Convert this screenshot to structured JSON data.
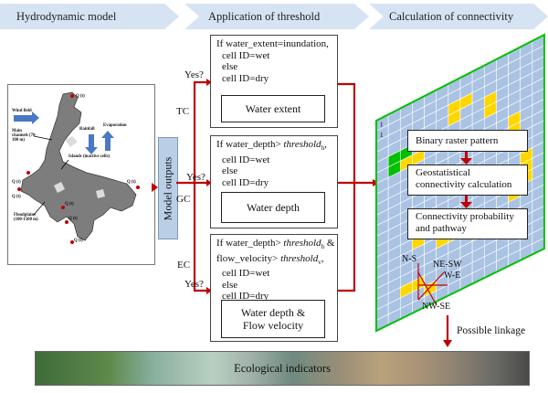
{
  "header": {
    "step1": "Hydrodynamic model",
    "step2": "Application of threshold",
    "step3": "Calculation of connectivity"
  },
  "map": {
    "labels": {
      "wind_field": "Wind field",
      "main_channels": "Main channels (70-100 m)",
      "rainfall": "Rainfall",
      "evaporation": "Evaporation",
      "islands": "Islands (inactive cells)",
      "floodplains": "Floodplains (100-1500 m)",
      "q": "Q (t)"
    }
  },
  "model_outputs": "Model outputs",
  "branches": {
    "yes": "Yes?",
    "tc": "TC",
    "gc": "GC",
    "ec": "EC"
  },
  "rules": {
    "tc": {
      "l1": "If water_extent=inundation,",
      "l2": "cell ID=wet",
      "l3": "else",
      "l4": "cell ID=dry",
      "result": "Water extent"
    },
    "gc": {
      "l1a": "If water_depth> ",
      "l1b": "threshold",
      "l1c": "h",
      "l1d": ",",
      "l2": "cell ID=wet",
      "l3": "else",
      "l4": "cell ID=dry",
      "result": "Water depth"
    },
    "ec": {
      "l1a": "If water_depth> ",
      "l1b": "threshold",
      "l1c": "h",
      "l1d": " &",
      "l2a": "flow_velocity> ",
      "l2b": "threshold",
      "l2c": "v",
      "l2d": ",",
      "l3": "cell ID=wet",
      "l4": "else",
      "l5": "cell ID=dry",
      "result1": "Water depth &",
      "result2": "Flow velocity"
    }
  },
  "connectivity": {
    "binary": "Binary raster pattern",
    "geo1": "Geostatistical",
    "geo2": "connectivity calculation",
    "prob1": "Connectivity probability",
    "prob2": "and pathway",
    "grid_one": "1",
    "dirs": {
      "ns": "N-S",
      "nesw": "NE-SW",
      "we": "W-E",
      "nwse": "NW-SE"
    }
  },
  "possible_linkage": "Possible linkage",
  "ecological_indicators": "Ecological indicators",
  "colors": {
    "chevron": "#d6e3f3",
    "arrow": "#c00000",
    "grid_yellow": "#ffd700",
    "grid_blue": "#aac3e3",
    "grid_green": "#00c000"
  }
}
